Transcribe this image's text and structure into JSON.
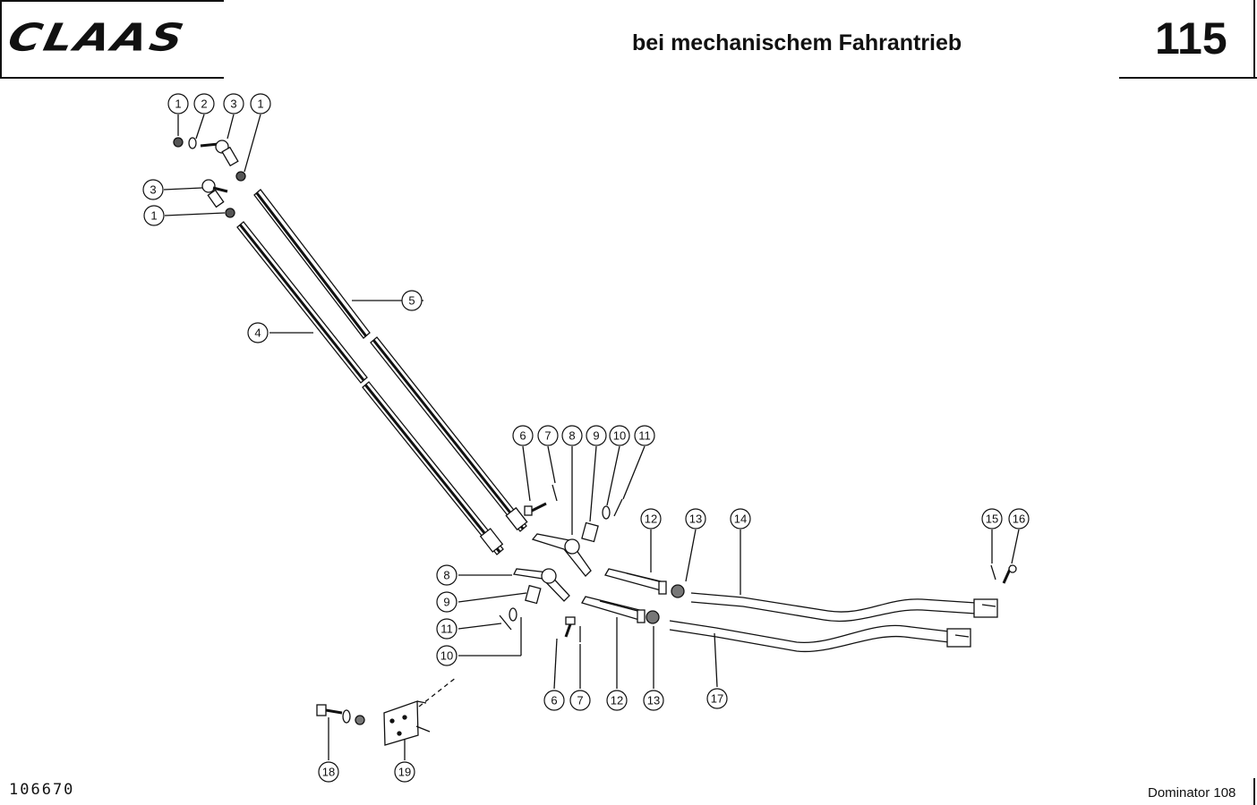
{
  "header": {
    "logo": "CLAAS",
    "title": "bei mechanischem Fahrantrieb",
    "page_number": "115"
  },
  "footer": {
    "drawing_number": "106670",
    "model": "Dominator 108"
  },
  "callouts": {
    "c1a": "1",
    "c2": "2",
    "c3a": "3",
    "c1b": "1",
    "c3b": "3",
    "c1c": "1",
    "c5": "5",
    "c4": "4",
    "c6a": "6",
    "c7a": "7",
    "c8a": "8",
    "c9a": "9",
    "c10a": "10",
    "c11a": "11",
    "c12a": "12",
    "c13a": "13",
    "c14": "14",
    "c15": "15",
    "c16": "16",
    "c8b": "8",
    "c9b": "9",
    "c11b": "11",
    "c10b": "10",
    "c6b": "6",
    "c7b": "7",
    "c12b": "12",
    "c13b": "13",
    "c17": "17",
    "c18": "18",
    "c19": "19"
  }
}
